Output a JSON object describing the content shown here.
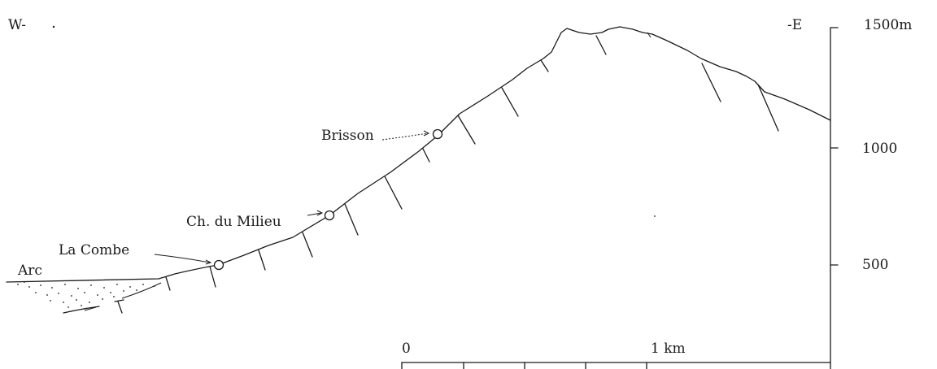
{
  "orientation": {
    "west": "W-",
    "east": "-E"
  },
  "elevation_scale": {
    "unit_top": "1500m",
    "ticks": [
      "1000",
      "500"
    ]
  },
  "scale_bar": {
    "start": "0",
    "end": "1 km"
  },
  "places": {
    "arc": "Arc",
    "la_combe": "La Combe",
    "chemin_du_milieu": "Ch. du Milieu",
    "brisson": "Brisson"
  }
}
